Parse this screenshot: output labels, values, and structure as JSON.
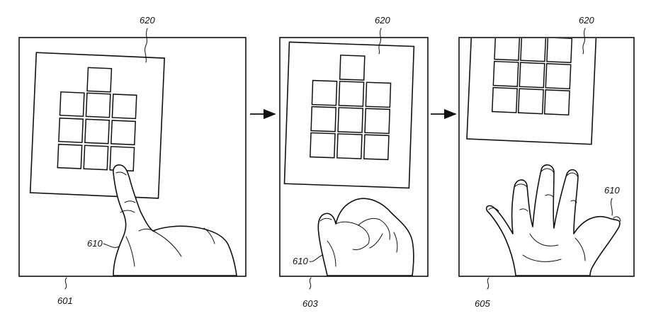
{
  "labels": {
    "panel_1_ref": "601",
    "panel_2_ref": "603",
    "panel_3_ref": "605",
    "ui_ref": "620",
    "hand_ref": "610"
  },
  "colors": {
    "line": "#111111",
    "background": "#ffffff"
  }
}
